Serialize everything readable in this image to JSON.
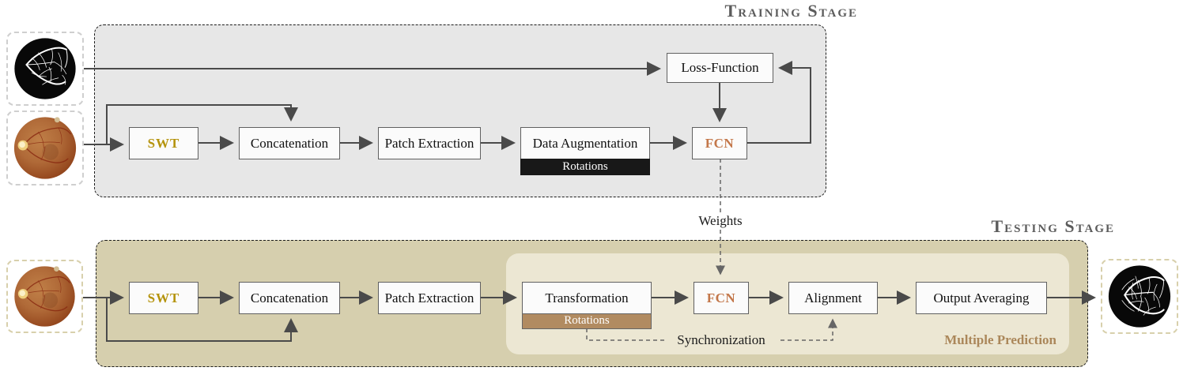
{
  "training_stage": {
    "title": "Training Stage",
    "boxes": {
      "swt": "SWT",
      "concatenation": "Concatenation",
      "patch_extraction": "Patch Extraction",
      "data_augmentation": "Data Augmentation",
      "rotations": "Rotations",
      "fcn": "FCN",
      "loss_function": "Loss-Function"
    }
  },
  "testing_stage": {
    "title": "Testing Stage",
    "boxes": {
      "swt": "SWT",
      "concatenation": "Concatenation",
      "patch_extraction": "Patch Extraction",
      "transformation": "Transformation",
      "rotations": "Rotations",
      "fcn": "FCN",
      "alignment": "Alignment",
      "output_averaging": "Output Averaging"
    },
    "multiple_prediction_label": "Multiple Prediction"
  },
  "labels": {
    "weights": "Weights",
    "synchronization": "Synchronization"
  },
  "images": {
    "training_target": "vessel-segmentation-mask",
    "training_input": "retinal-fundus-photo",
    "testing_input": "retinal-fundus-photo",
    "testing_output": "vessel-segmentation-mask"
  },
  "colors": {
    "training_bg": "#e7e7e7",
    "testing_bg": "#d6cfae",
    "panel_bg": "#ece7d3",
    "box_bg": "#fbfbfb",
    "box_border": "#606060",
    "swt_text": "#b5940e",
    "fcn_text": "#c3774a",
    "rotations_training_bg": "#181818",
    "rotations_testing_bg": "#b18b61",
    "multiple_prediction_text": "#ab875a",
    "stage_title_text": "#5c5c5c",
    "arrow": "#4a4a4a"
  }
}
